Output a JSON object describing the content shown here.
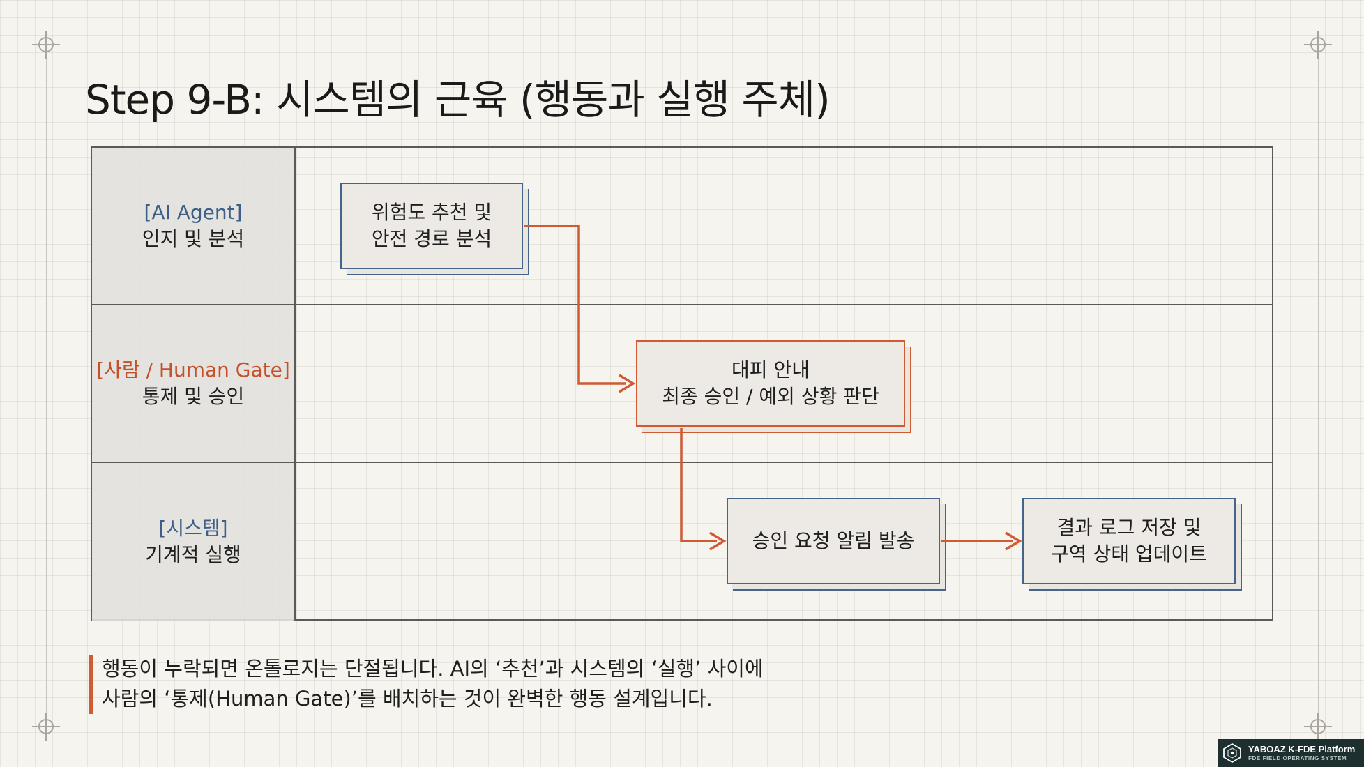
{
  "title": "Step 9-B: 시스템의 근육 (행동과 실행 주체)",
  "colors": {
    "background": "#f6f4ee",
    "ai_agent_accent": "#3d5f87",
    "human_gate_accent": "#c4502c",
    "connector": "#cf5a33",
    "brand_bg": "#1d2f2e"
  },
  "lanes": [
    {
      "tag": "[AI Agent]",
      "desc": "인지 및 분석",
      "accent": "blue"
    },
    {
      "tag": "[사람 / Human Gate]",
      "desc": "통제 및 승인",
      "accent": "orange"
    },
    {
      "tag": "[시스템]",
      "desc": "기계적 실행",
      "accent": "blue"
    }
  ],
  "nodes": {
    "risk_analysis": {
      "line1": "위험도 추천 및",
      "line2": "안전 경로 분석"
    },
    "human_approval": {
      "line1": "대피 안내",
      "line2": "최종 승인 / 예외 상황 판단"
    },
    "send_alert": {
      "line1": "승인 요청 알림 발송"
    },
    "log_update": {
      "line1": "결과 로그 저장 및",
      "line2": "구역 상태 업데이트"
    }
  },
  "edges": [
    {
      "from": "risk_analysis",
      "to": "human_approval"
    },
    {
      "from": "human_approval",
      "to": "send_alert"
    },
    {
      "from": "send_alert",
      "to": "log_update"
    }
  ],
  "caption": {
    "line1": "행동이 누락되면 온톨로지는 단절됩니다. AI의 ‘추천’과 시스템의 ‘실행’ 사이에",
    "line2": "사람의 ‘통제(Human Gate)’를 배치하는 것이 완벽한 행동 설계입니다."
  },
  "brand": {
    "name": "YABOAZ K-FDE Platform",
    "subtitle": "FDE FIELD OPERATING SYSTEM",
    "logo_icon": "hexagon-logo-icon"
  }
}
